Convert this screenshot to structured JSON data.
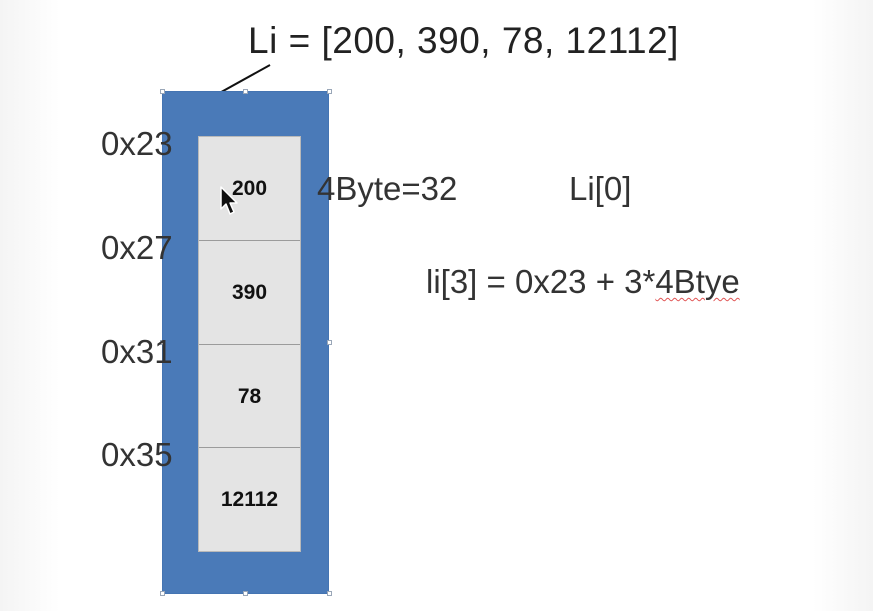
{
  "title": "Li = [200, 390, 78, 12112]",
  "cells": [
    "200",
    "390",
    "78",
    "12112"
  ],
  "addresses": [
    "0x23",
    "0x27",
    "0x31",
    "0x35"
  ],
  "notes": {
    "size": "4Byte=32",
    "index": "Li[0]",
    "formula_prefix": "li[3] = 0x23 + 3*",
    "formula_typo": "4Btye"
  },
  "colors": {
    "container": "#4a7ab8",
    "cell": "#e4e4e4",
    "text": "#333333"
  }
}
